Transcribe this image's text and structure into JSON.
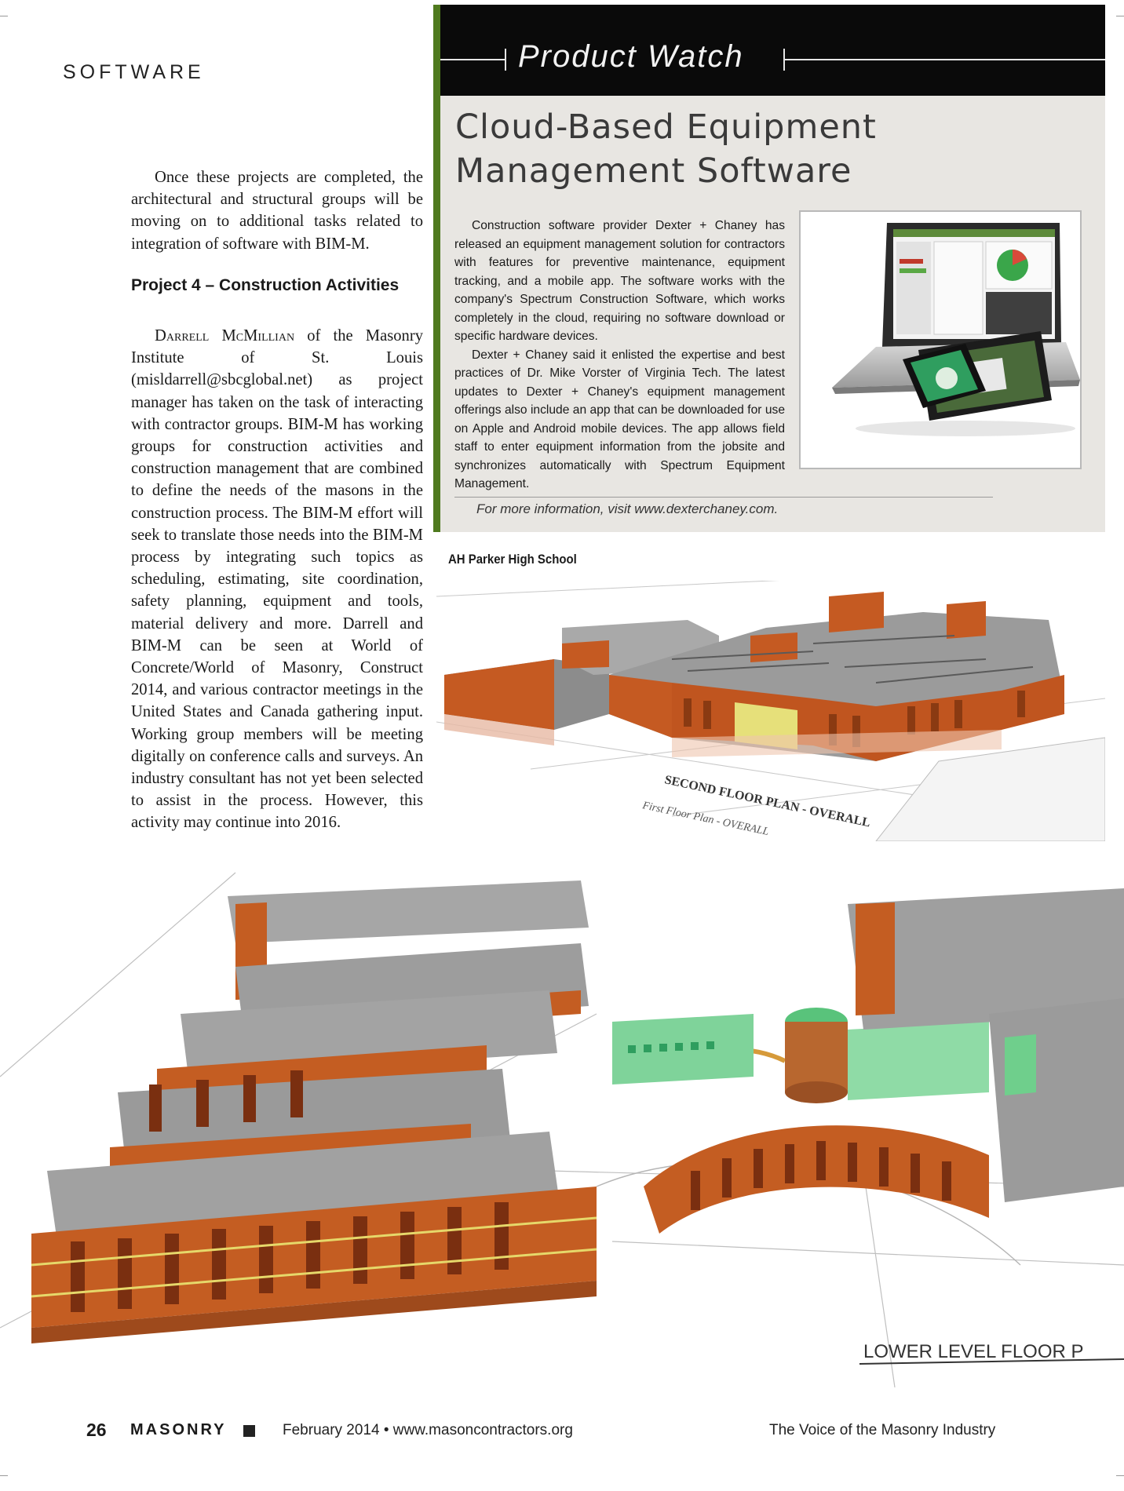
{
  "header": {
    "section": "SOFTWARE"
  },
  "left_column": {
    "para1": "Once these projects are completed, the architectural and structural groups will be moving on to additional tasks related to integration of software with BIM-M.",
    "project_heading": "Project 4 – Construction Activities",
    "para2_name": "Darrell McMillian",
    "para2_text": " of the Masonry Institute of St. Louis (misldarrell@sbcglobal.net) as project manager has taken on the task of interacting with contractor groups. BIM-M has working groups for construction activities and construction management that are combined to define the needs of the masons in the construction process. The BIM-M effort will seek to translate those needs into the BIM-M process by integrating such topics as scheduling, estimating, site coordination, safety planning, equipment and tools, material delivery and more. Darrell and BIM-M can be seen at World of Concrete/World of Masonry, Construct 2014, and various contractor meetings in the United States and Canada gathering input. Working group members will be meeting digitally on conference calls and surveys. An industry consultant has not yet been selected to assist in the process. However, this activity may continue into 2016."
  },
  "product_watch": {
    "banner": "Product Watch",
    "headline": "Cloud-Based Equipment Management Software",
    "para1": "Construction software provider Dexter + Chaney has released an equipment management solution for contractors with features for preventive maintenance, equipment tracking, and a mobile app. The software works with the company's Spectrum Construction Software, which works completely in the cloud, requiring no software download or specific hardware devices.",
    "para2": "Dexter + Chaney said it enlisted the expertise and best practices of Dr. Mike Vorster of Virginia Tech. The latest updates to Dexter + Chaney's equipment management offerings also include an app that can be downloaded for use on Apple and Android mobile devices. The app allows field staff to enter equipment information from the jobsite and synchronizes automatically with Spectrum Equipment Management.",
    "more_info": "For more information, visit www.dexterchaney.com."
  },
  "figure": {
    "caption": "AH Parker High School",
    "plan_label_1": "SECOND FLOOR PLAN - OVERALL",
    "plan_label_2": "First Floor Plan - OVERALL",
    "plan_label_3": "LOWER LEVEL FLOOR P"
  },
  "footer": {
    "page_number": "26",
    "magazine": "MASONRY",
    "issue": "February 2014  •  www.masoncontractors.org",
    "tagline": "The Voice of the Masonry Industry"
  }
}
